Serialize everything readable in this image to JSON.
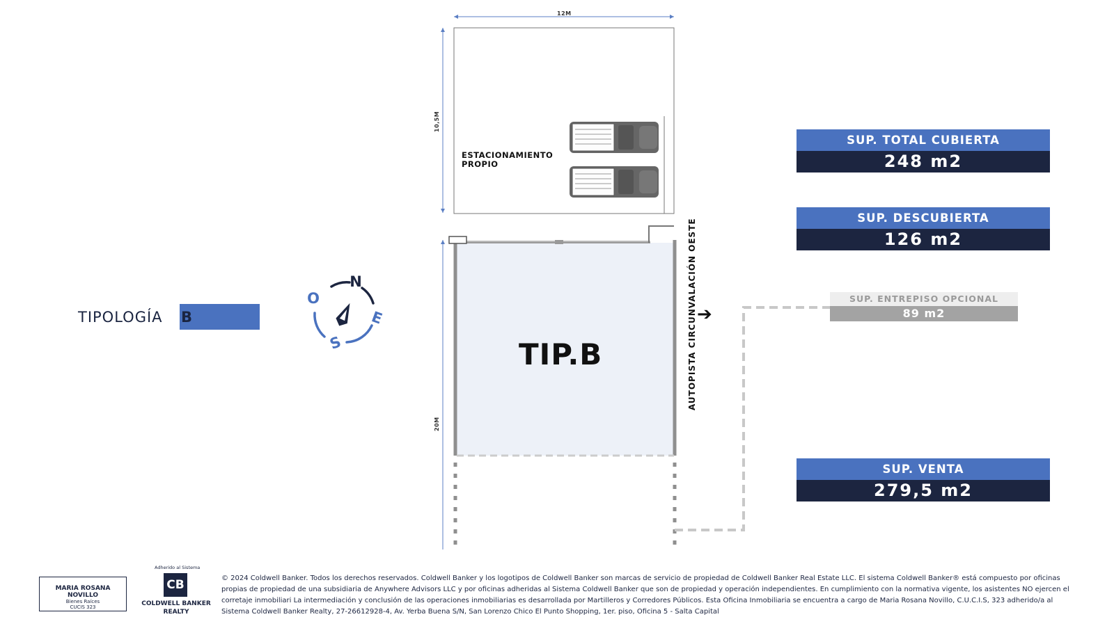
{
  "header": {
    "tipologia_label": "TIPOLOGÍA",
    "tipologia_letter": "B"
  },
  "compass": {
    "n": "N",
    "e": "E",
    "s": "S",
    "o": "O"
  },
  "plan": {
    "dim_width": "12M",
    "dim_parking_depth": "10,5M",
    "dim_lot_depth": "20M",
    "parking_label_1": "ESTACIONAMIENTO",
    "parking_label_2": "PROPIO",
    "unit_label": "TIP.B",
    "road_label": "AUTOPISTA CIRCUNVALACIÓN OESTE",
    "arrow": "➔"
  },
  "areas": {
    "total_cubierta": {
      "title": "SUP. TOTAL CUBIERTA",
      "value": "248 m2"
    },
    "descubierta": {
      "title": "SUP. DESCUBIERTA",
      "value": "126 m2"
    },
    "entrepiso": {
      "title": "SUP. ENTREPISO OPCIONAL",
      "value": "89 m2"
    },
    "venta": {
      "title": "SUP. VENTA",
      "value": "279,5 m2"
    }
  },
  "colors": {
    "accent": "#4a72bf",
    "navy": "#1c2540",
    "grey": "#a3a3a3",
    "plan_fill": "#edf1f8"
  },
  "footer": {
    "agent_name": "MARIA ROSANA NOVILLO",
    "agent_role": "Bienes Raíces",
    "agent_cucis": "CUCIS 323",
    "adherido": "Adherido al Sistema",
    "brand_mark": "CB",
    "brand_line1": "COLDWELL BANKER",
    "brand_line2": "REALTY",
    "legal": "© 2024 Coldwell Banker. Todos los derechos reservados. Coldwell Banker y los logotipos de Coldwell Banker son marcas de servicio de propiedad de Coldwell Banker Real Estate LLC. El sistema Coldwell Banker® está compuesto por oficinas propias de propiedad de una subsidiaria de Anywhere Advisors LLC y por oficinas adheridas al Sistema Coldwell Banker que son de propiedad y operación independientes. En cumplimiento con la normativa vigente, los asistentes NO ejercen el corretaje inmobiliari La intermediación y conclusión de las operaciones inmobiliarias es desarrollada por Martilleros y Corredores Públicos. Esta Oficina Inmobiliaria se encuentra a cargo de Maria Rosana Novillo, C.U.C.I.S, 323 adherido/a al Sistema Coldwell Banker Realty, 27-26612928-4, Av. Yerba Buena S/N, San Lorenzo Chico El Punto Shopping, 1er. piso, Oficina 5 - Salta Capital"
  }
}
